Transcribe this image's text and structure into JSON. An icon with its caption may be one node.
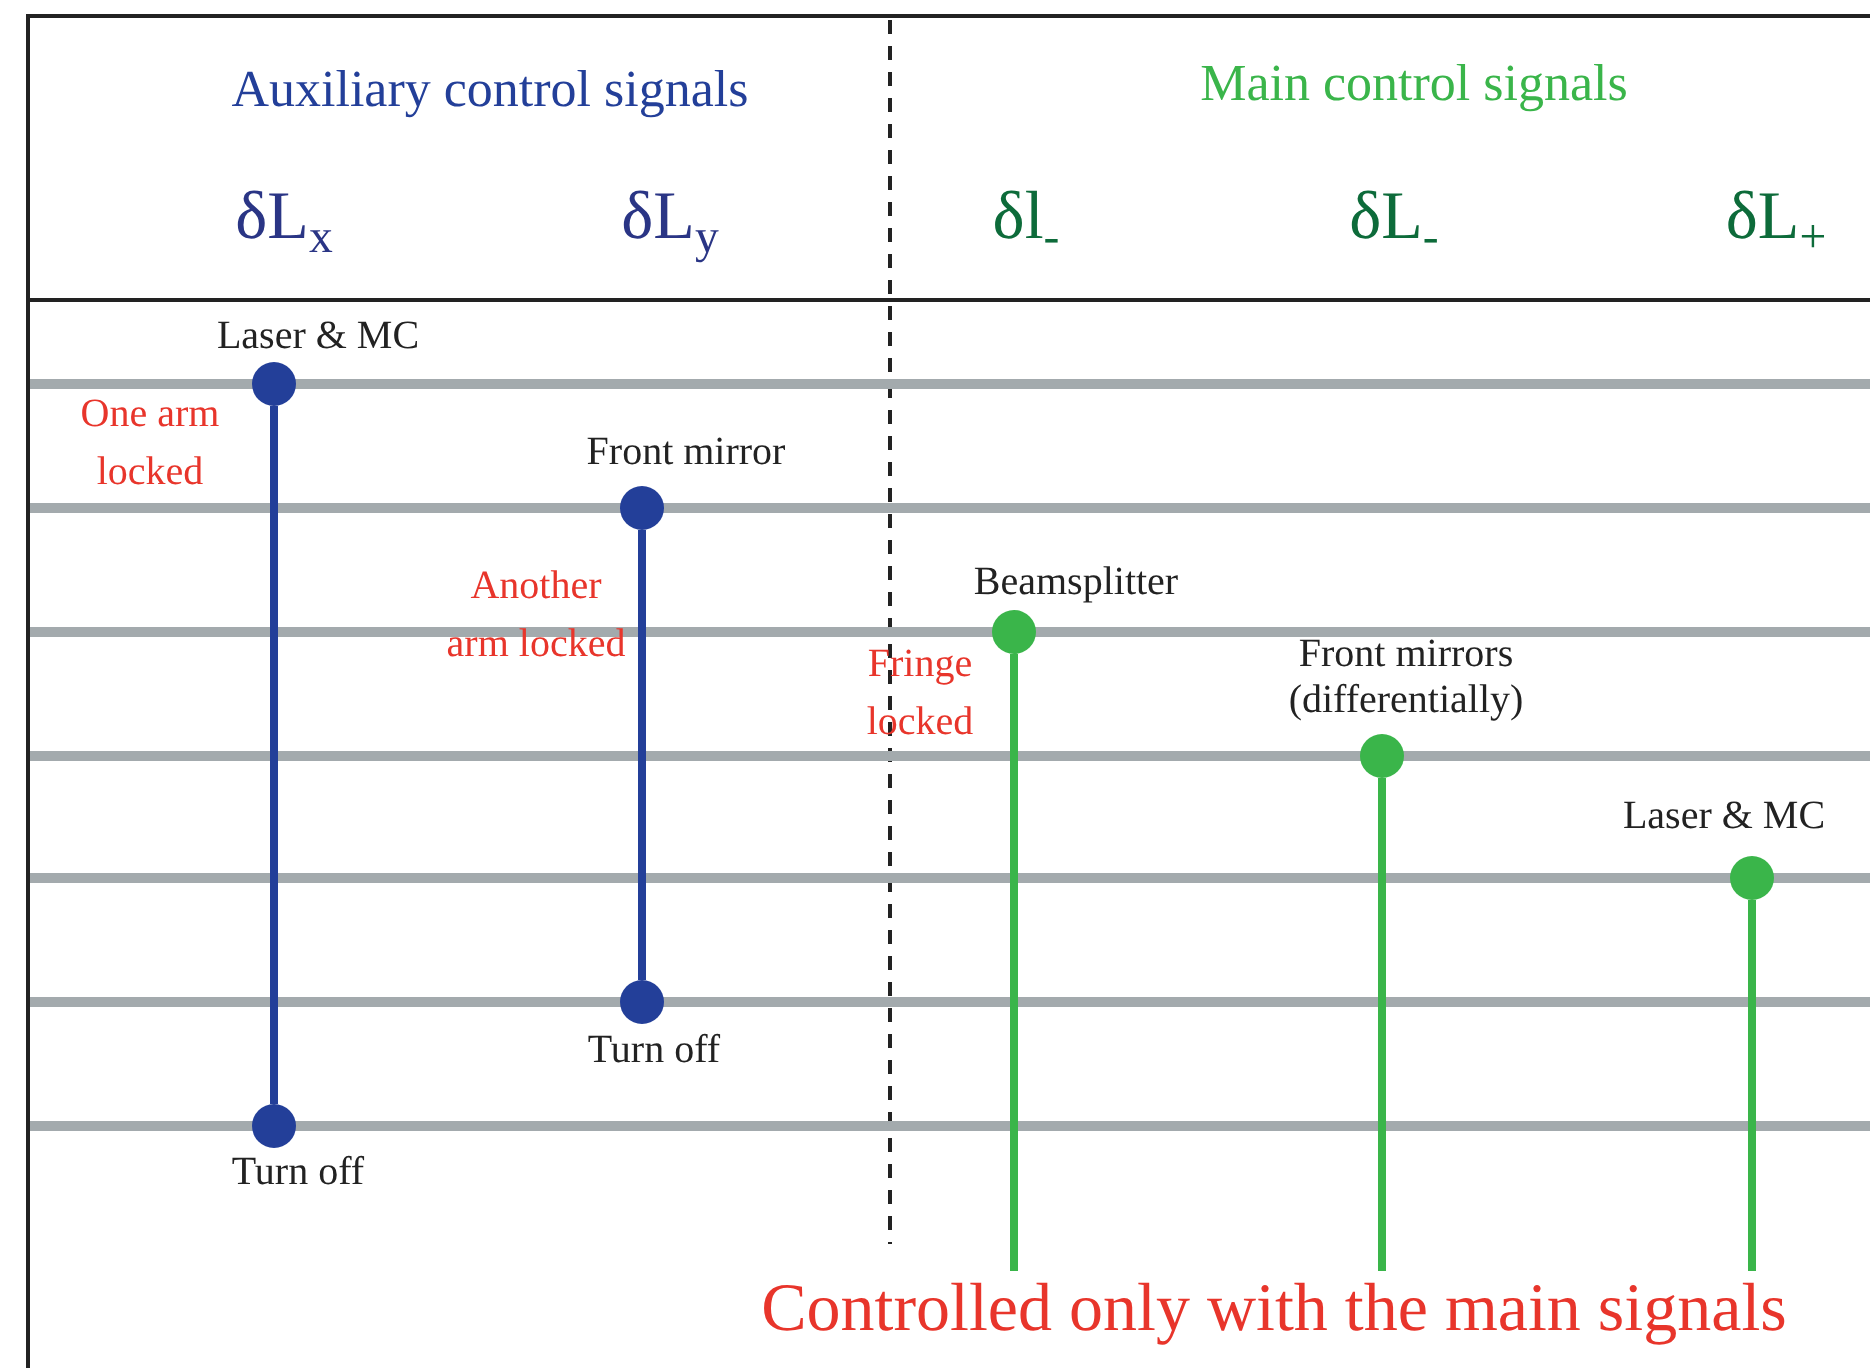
{
  "diagram": {
    "nodes": [
      {
        "text": [],
        "shape": "circle",
        "beside": [
          "Laser & MC"
        ]
      },
      {
        "text": [],
        "shape": "circle",
        "beside": [
          "Turn off"
        ]
      },
      {
        "text": [],
        "shape": "circle",
        "beside": [
          "Front mirror"
        ]
      },
      {
        "text": [],
        "shape": "circle",
        "beside": [
          "Turn off"
        ]
      },
      {
        "text": [],
        "shape": "circle",
        "beside": [
          "Beamsplitter"
        ]
      },
      {
        "text": [],
        "shape": "circle",
        "beside": [
          "Front mirrors (differentially)"
        ]
      },
      {
        "text": [],
        "shape": "circle",
        "beside": [
          "Laser & MC"
        ]
      },
      {
        "text": [
          "Controlled only with the main signals"
        ]
      }
    ],
    "edges": [
      {
        "from": 0,
        "to": 1,
        "arrow": "none",
        "color": "#233f99"
      },
      {
        "from": 2,
        "to": 3,
        "arrow": "none",
        "color": "#233f99"
      },
      {
        "from": 4,
        "to": 7,
        "arrow": "none"
      },
      {
        "from": 5,
        "to": 7,
        "arrow": "none"
      },
      {
        "from": 6,
        "to": 7,
        "arrow": "none"
      }
    ],
    "labels": [
      "Auxiliary control signals",
      "Main control signals",
      "δL$_{x}$",
      "δL$_{y}$",
      "δl$_{-}$",
      "δL$_{-}$",
      "δL$_{+}$",
      "One arm locked",
      "Another arm locked",
      "Fringe locked"
    ]
  }
}
